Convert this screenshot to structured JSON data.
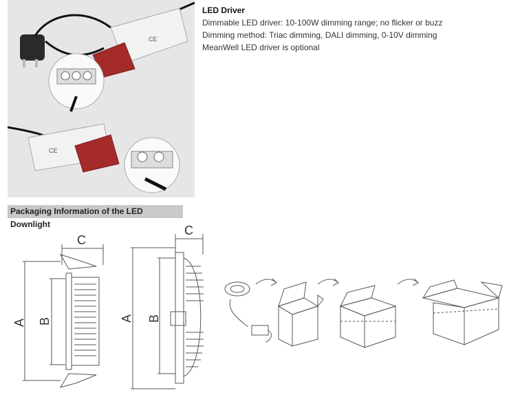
{
  "driver_section": {
    "title": "LED Driver",
    "lines": [
      "Dimmable LED driver: 10-100W dimming range; no flicker or buzz",
      "Dimming method: Triac dimming, DALI dimming, 0-10V dimming",
      "MeanWell LED driver is optional"
    ]
  },
  "packaging_section": {
    "header": "Packaging Information of the LED Downlight"
  },
  "dimension_labels": {
    "front": {
      "a": "A",
      "b": "B",
      "c": "C"
    },
    "side": {
      "a": "A",
      "b": "B",
      "c": "C"
    }
  },
  "photo_labels": {
    "driver_top_brand": "CE",
    "driver_bottom_brand": "CE"
  },
  "colors": {
    "section_header_bg": "#c9c9c9",
    "photo_bg": "#e6e6e6",
    "connector_red": "#a52a2a",
    "line": "#555555"
  }
}
